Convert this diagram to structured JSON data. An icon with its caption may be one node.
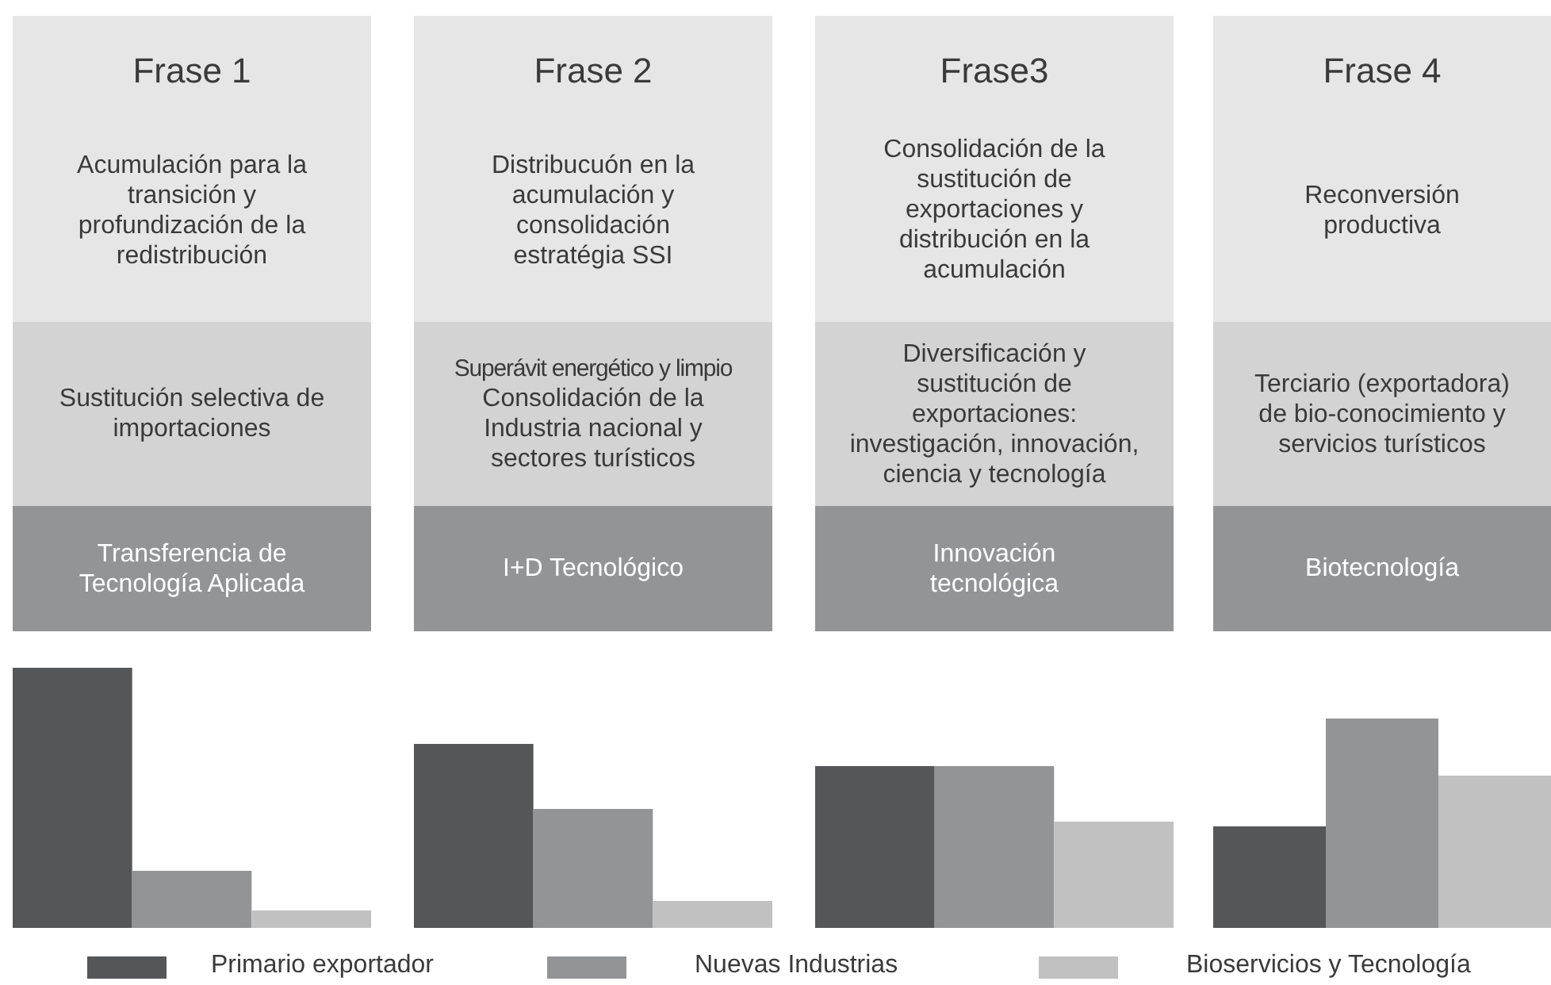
{
  "diagram": {
    "nodes": [
      {
        "text": [
          "Frase 1",
          "Acumulación para la transición y profundización de la redistribución"
        ]
      },
      {
        "text": [
          "Sustitución selectiva de importaciones"
        ]
      },
      {
        "text": [
          "Transferencia de Tecnología Aplicada"
        ]
      },
      {
        "text": [
          "Frase 2",
          "Distribucuón en la acumulación y consolidación estratégia SSI"
        ]
      },
      {
        "text": [
          "Superávit energético y limpio",
          "Consolidación de la Industria nacional y sectores turísticos"
        ]
      },
      {
        "text": [
          "I+D Tecnológico"
        ]
      },
      {
        "text": [
          "Frase3",
          "Consolidación de la sustitución de exportaciones y distribución en la acumulación"
        ]
      },
      {
        "text": [
          "Diversificación y sustitución de exportaciones: investigación, innovación, ciencia y tecnología"
        ]
      },
      {
        "text": [
          "Innovación tecnológica"
        ]
      },
      {
        "text": [
          "Frase 4",
          "Reconversión productiva"
        ]
      },
      {
        "text": [
          "Terciario (exportadora) de bio-conocimiento y servicios turísticos"
        ]
      },
      {
        "text": [
          "Biotecnología"
        ]
      }
    ],
    "legend": [
      {
        "text": "Primario exportador",
        "color": "#555658"
      },
      {
        "text": "Nuevas Industrias",
        "color": "#939496"
      },
      {
        "text": "Bioservicios y Tecnología",
        "color": "#c1c1c2"
      }
    ]
  }
}
